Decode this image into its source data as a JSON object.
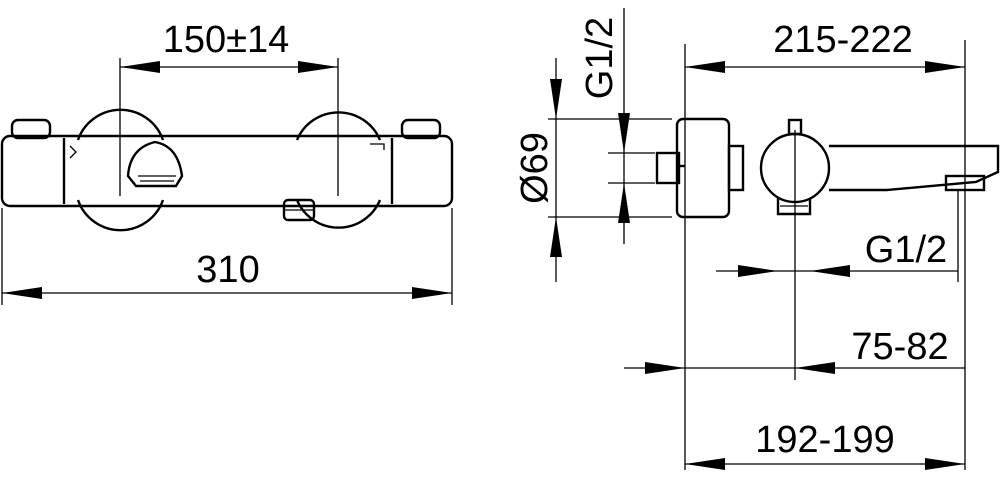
{
  "front_view": {
    "spacing_label": "150±14",
    "length_label": "310"
  },
  "side_view": {
    "projection_label": "215-222",
    "inlet_thread_label": "G1/2",
    "diameter_label": "Ø69",
    "outlet_thread_label": "G1/2",
    "depth_short_label": "75-82",
    "depth_long_label": "192-199"
  }
}
